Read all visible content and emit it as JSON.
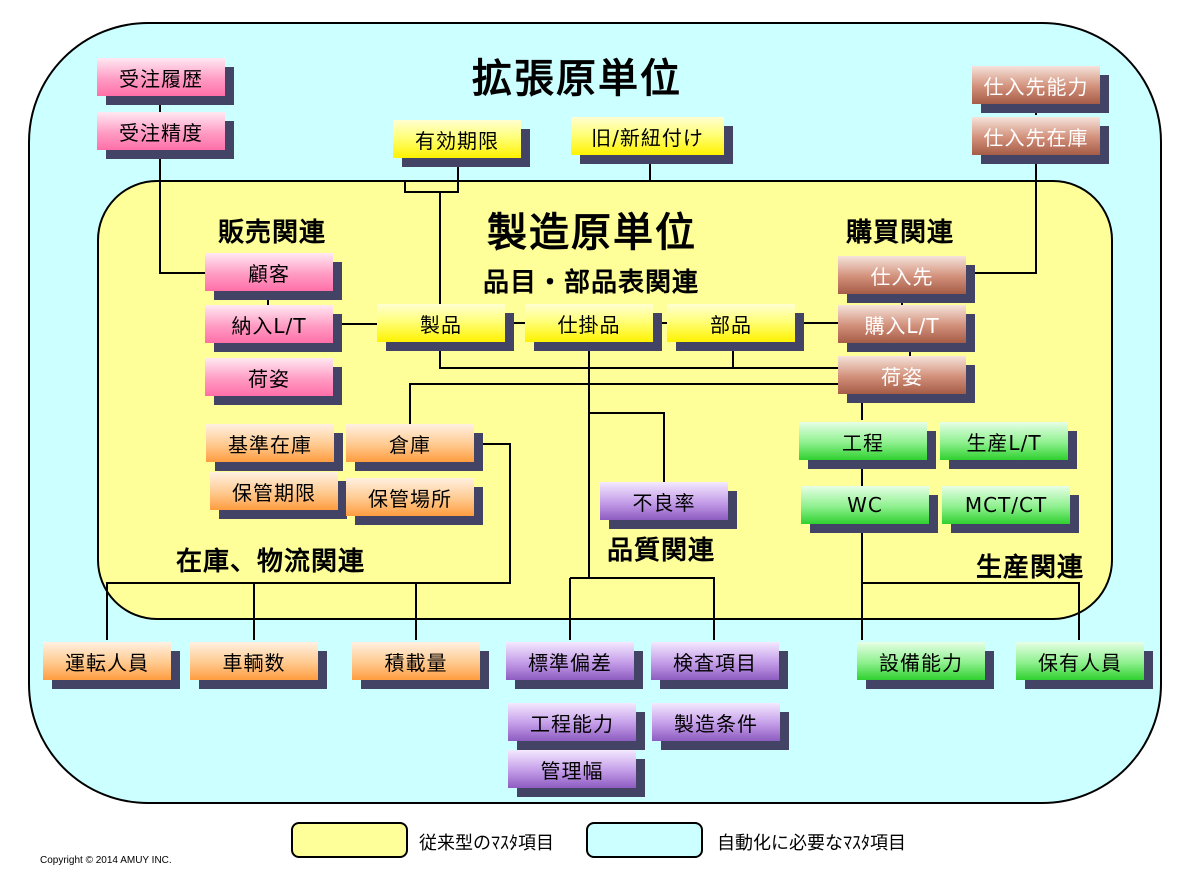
{
  "colors": {
    "outer_bg": "#ccffff",
    "inner_bg": "#ffff99",
    "node_shadow": "#434365",
    "pink": "#ff9cc4",
    "brown": "#a55c47",
    "yellow": "#ffff7a",
    "orange": "#ffc98e",
    "green": "#8df08d",
    "purple": "#c39ce8"
  },
  "titles": {
    "extended": "拡張原単位",
    "manufacturing": "製造原単位"
  },
  "sections": {
    "sales": "販売関連",
    "purchase": "購買関連",
    "bom": "品目・部品表関連",
    "inventory": "在庫、物流関連",
    "quality": "品質関連",
    "production": "生産関連"
  },
  "nodes": {
    "order_history": "受注履歴",
    "order_accuracy": "受注精度",
    "supplier_capacity": "仕入先能力",
    "supplier_stock": "仕入先在庫",
    "expiry_period": "有効期限",
    "old_new_link": "旧/新紐付け",
    "customer": "顧客",
    "delivery_lt": "納入L/T",
    "packaging_sales": "荷姿",
    "product": "製品",
    "wip": "仕掛品",
    "part": "部品",
    "supplier": "仕入先",
    "purchase_lt": "購入L/T",
    "packaging_purchase": "荷姿",
    "standard_stock": "基準在庫",
    "warehouse": "倉庫",
    "storage_period": "保管期限",
    "storage_location": "保管場所",
    "defect_rate": "不良率",
    "process": "工程",
    "production_lt": "生産L/T",
    "wc": "WC",
    "mct_ct": "MCT/CT",
    "drivers": "運転人員",
    "vehicles": "車輌数",
    "load_volume": "積載量",
    "std_deviation": "標準偏差",
    "inspection_items": "検査項目",
    "process_capability": "工程能力",
    "mfg_conditions": "製造条件",
    "control_width": "管理幅",
    "equipment_capacity": "設備能力",
    "staff_count": "保有人員"
  },
  "legend": {
    "conventional": "従来型のﾏｽﾀ項目",
    "automation": "自動化に必要なﾏｽﾀ項目"
  },
  "copyright": "Copyright © 2014 AMUY  INC."
}
